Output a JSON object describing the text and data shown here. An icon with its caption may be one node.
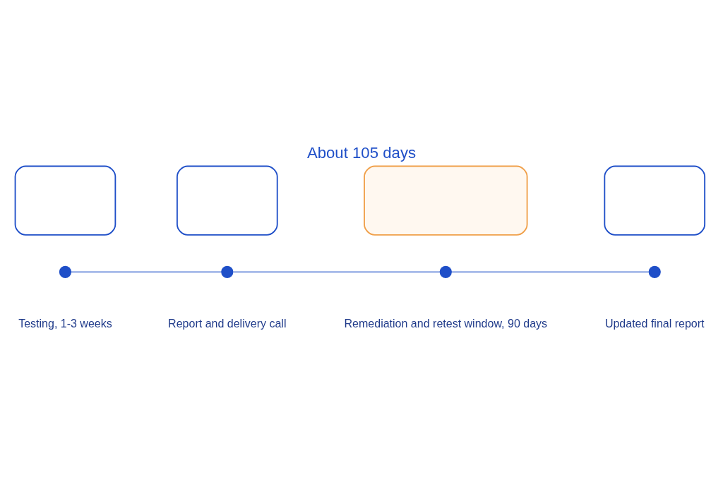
{
  "diagram": {
    "title": "About 105 days",
    "nodes": [
      {
        "text": [],
        "shape": "box"
      },
      {
        "text": [],
        "shape": "box"
      },
      {
        "text": [],
        "shape": "box"
      },
      {
        "text": [],
        "shape": "box"
      },
      {
        "text": [],
        "shape": "circle",
        "beside": [
          "Testing, 1-3 weeks"
        ]
      },
      {
        "text": [],
        "shape": "circle",
        "beside": [
          "Report and delivery call"
        ]
      },
      {
        "text": [],
        "shape": "circle",
        "beside": [
          "Remediation and retest window, 90 days"
        ]
      },
      {
        "text": [],
        "shape": "circle",
        "beside": [
          "Updated final report"
        ]
      }
    ],
    "edges": [
      {
        "from": 4,
        "to": 5,
        "arrow": "none"
      },
      {
        "from": 5,
        "to": 6,
        "arrow": "none"
      },
      {
        "from": 6,
        "to": 7,
        "arrow": "none"
      }
    ]
  }
}
